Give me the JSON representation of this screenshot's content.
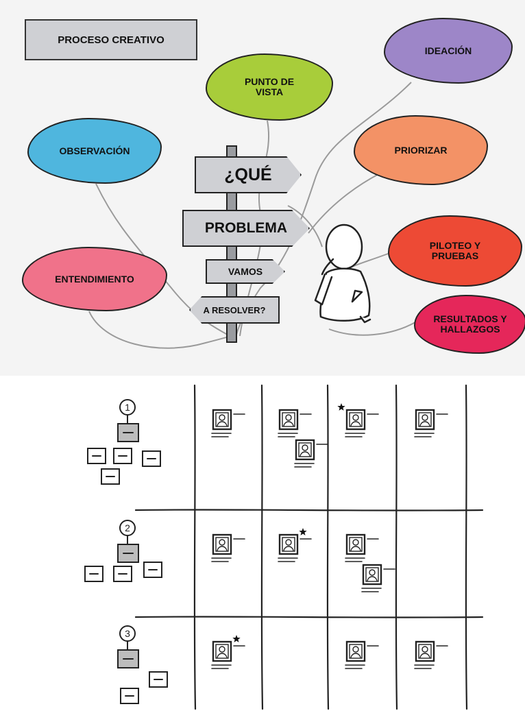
{
  "title": "PROCESO CREATIVO",
  "clouds": {
    "punto_de_vista": "PUNTO DE\nVISTA",
    "ideacion": "IDEACIÓN",
    "observacion": "OBSERVACIÓN",
    "priorizar": "PRIORIZAR",
    "entendimiento": "ENTENDIMIENTO",
    "piloteo": "PILOTEO Y\nPRUEBAS",
    "resultados": "RESULTADOS Y\nHALLAZGOS"
  },
  "signpost": {
    "que": "¿QUÉ",
    "problema": "PROBLEMA",
    "vamos": "VAMOS",
    "a_resolver": "A RESOLVER?"
  },
  "colors": {
    "punto_de_vista": "#a8cd3a",
    "ideacion": "#9d86c8",
    "observacion": "#4fb6de",
    "priorizar": "#f39266",
    "entendimiento": "#f0728a",
    "piloteo": "#ed4a35",
    "resultados": "#e5275a",
    "sign": "#cfd0d4"
  },
  "board": {
    "row_numbers": [
      "1",
      "2",
      "3"
    ],
    "cells": [
      [
        {
          "cards": 1,
          "star": false
        },
        {
          "cards": 2,
          "star": false
        },
        {
          "cards": 1,
          "star": true
        },
        {
          "cards": 1,
          "star": false
        }
      ],
      [
        {
          "cards": 1,
          "star": false
        },
        {
          "cards": 1,
          "star": true
        },
        {
          "cards": 2,
          "star": false
        },
        {
          "cards": 0,
          "star": false
        }
      ],
      [
        {
          "cards": 1,
          "star": true
        },
        {
          "cards": 0,
          "star": false
        },
        {
          "cards": 1,
          "star": false
        },
        {
          "cards": 1,
          "star": false
        }
      ]
    ]
  }
}
